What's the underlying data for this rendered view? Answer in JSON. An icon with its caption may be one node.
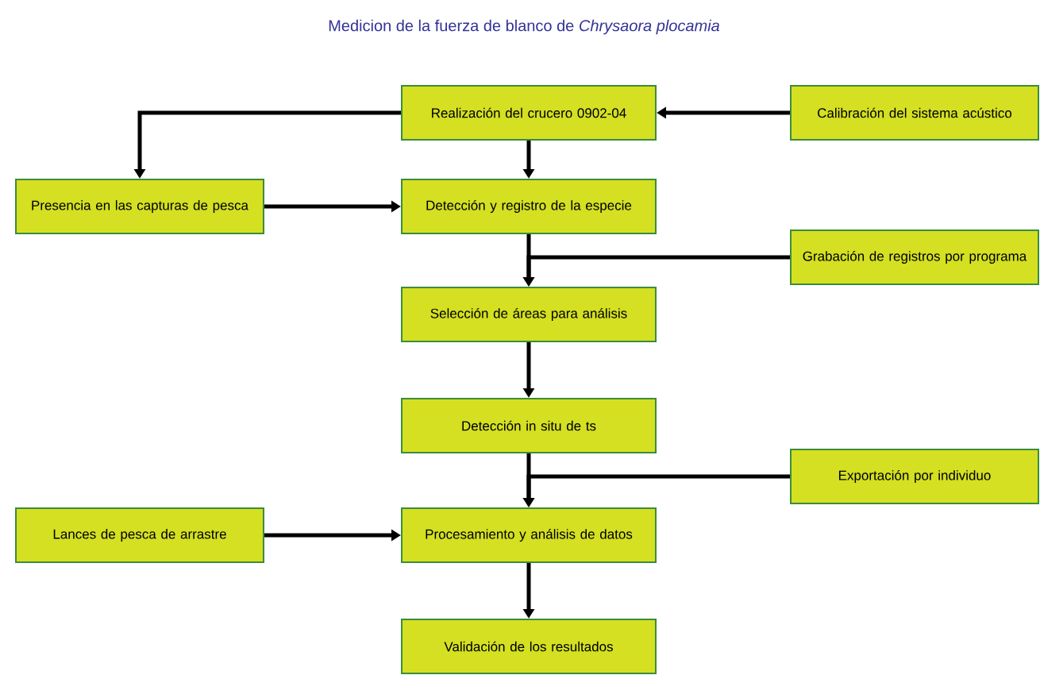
{
  "diagram": {
    "title": "Medicion de la fuerza de blanco de *Chrysaora plocamia*",
    "nodes": [
      {
        "text": [
          "Realización del crucero 0902-04"
        ]
      },
      {
        "text": [
          "Calibración del sistema acústico"
        ]
      },
      {
        "text": [
          "Presencia en las capturas de pesca"
        ]
      },
      {
        "text": [
          "Detección y registro de la especie"
        ]
      },
      {
        "text": [
          "Grabación de registros por programa"
        ]
      },
      {
        "text": [
          "Selección de áreas para análisis"
        ]
      },
      {
        "text": [
          "Detección in situ de ts"
        ]
      },
      {
        "text": [
          "Exportación por individuo"
        ]
      },
      {
        "text": [
          "Lances de pesca de arrastre"
        ]
      },
      {
        "text": [
          "Procesamiento y análisis de datos"
        ]
      },
      {
        "text": [
          "Validación de los resultados"
        ]
      }
    ],
    "edges": [
      {
        "from": 1,
        "to": 0,
        "arrow": "to"
      },
      {
        "from": 0,
        "to": 2,
        "arrow": "to"
      },
      {
        "from": 0,
        "to": 3,
        "arrow": "to"
      },
      {
        "from": 2,
        "to": 3,
        "arrow": "to"
      },
      {
        "from": 3,
        "to": 5,
        "arrow": "to"
      },
      {
        "from": 4,
        "to": 5,
        "arrow": "to"
      },
      {
        "from": 5,
        "to": 6,
        "arrow": "to"
      },
      {
        "from": 6,
        "to": 9,
        "arrow": "to"
      },
      {
        "from": 7,
        "to": 9,
        "arrow": "to"
      },
      {
        "from": 8,
        "to": 9,
        "arrow": "to"
      },
      {
        "from": 9,
        "to": 10,
        "arrow": "to"
      }
    ]
  }
}
